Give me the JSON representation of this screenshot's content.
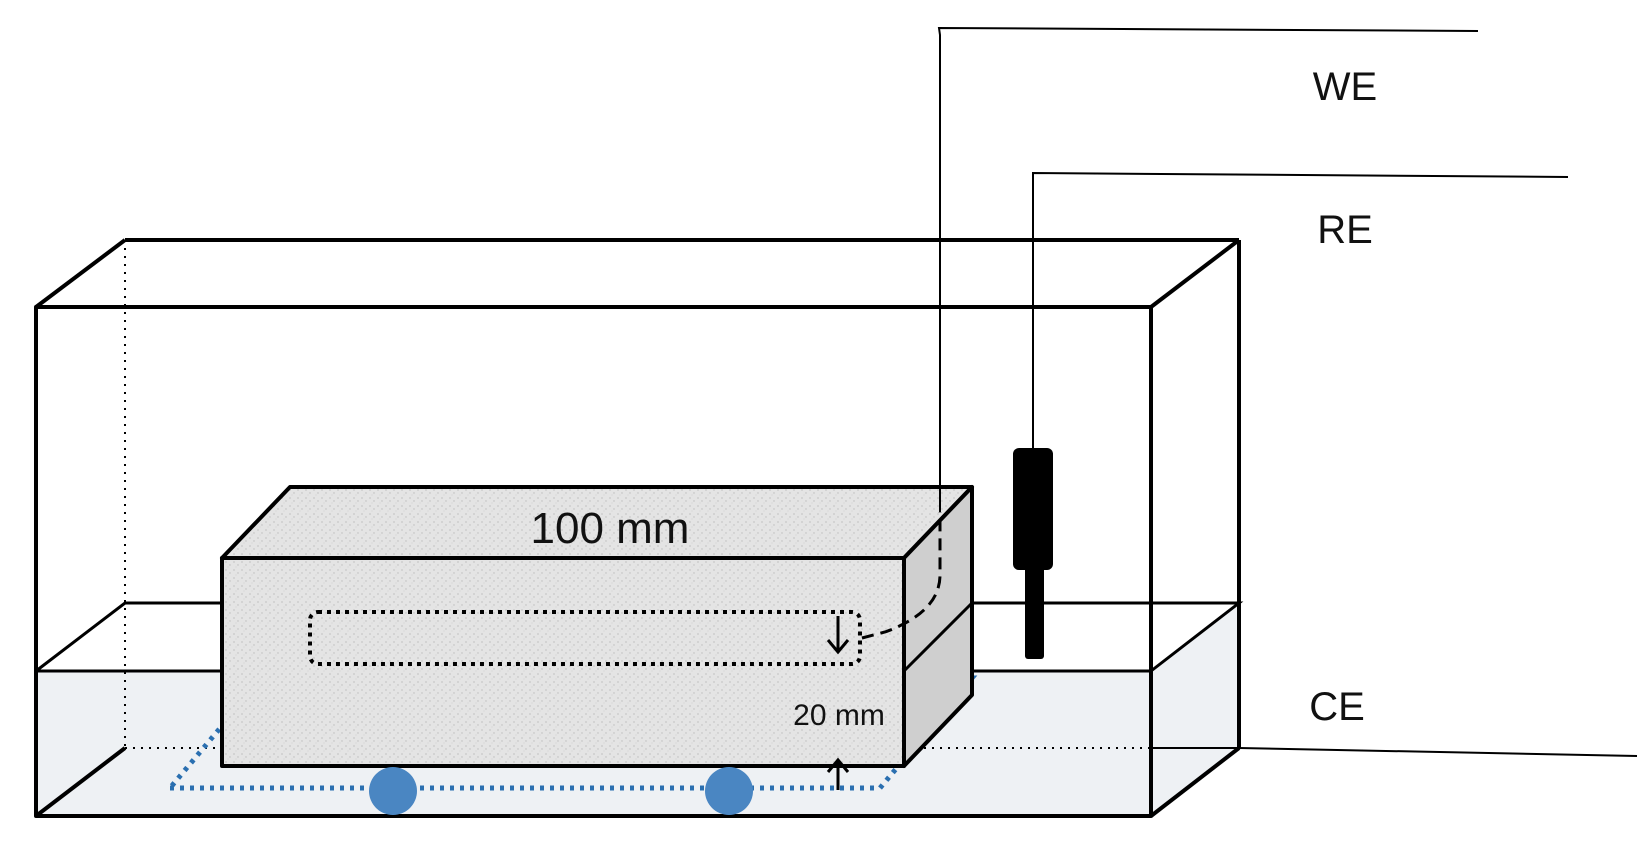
{
  "labels": {
    "length": "100 mm",
    "cover_depth": "20 mm",
    "working_electrode": "WE",
    "reference_electrode": "RE",
    "counter_electrode": "CE"
  },
  "colors": {
    "outline": "#000000",
    "specimen_fill": "#dcdcdc",
    "specimen_side": "#cfcfcf",
    "electrolyte_fill": "#eef1f4",
    "mesh": "#2a6fb0",
    "supports": "#4a86c2",
    "electrode_body": "#000000"
  }
}
